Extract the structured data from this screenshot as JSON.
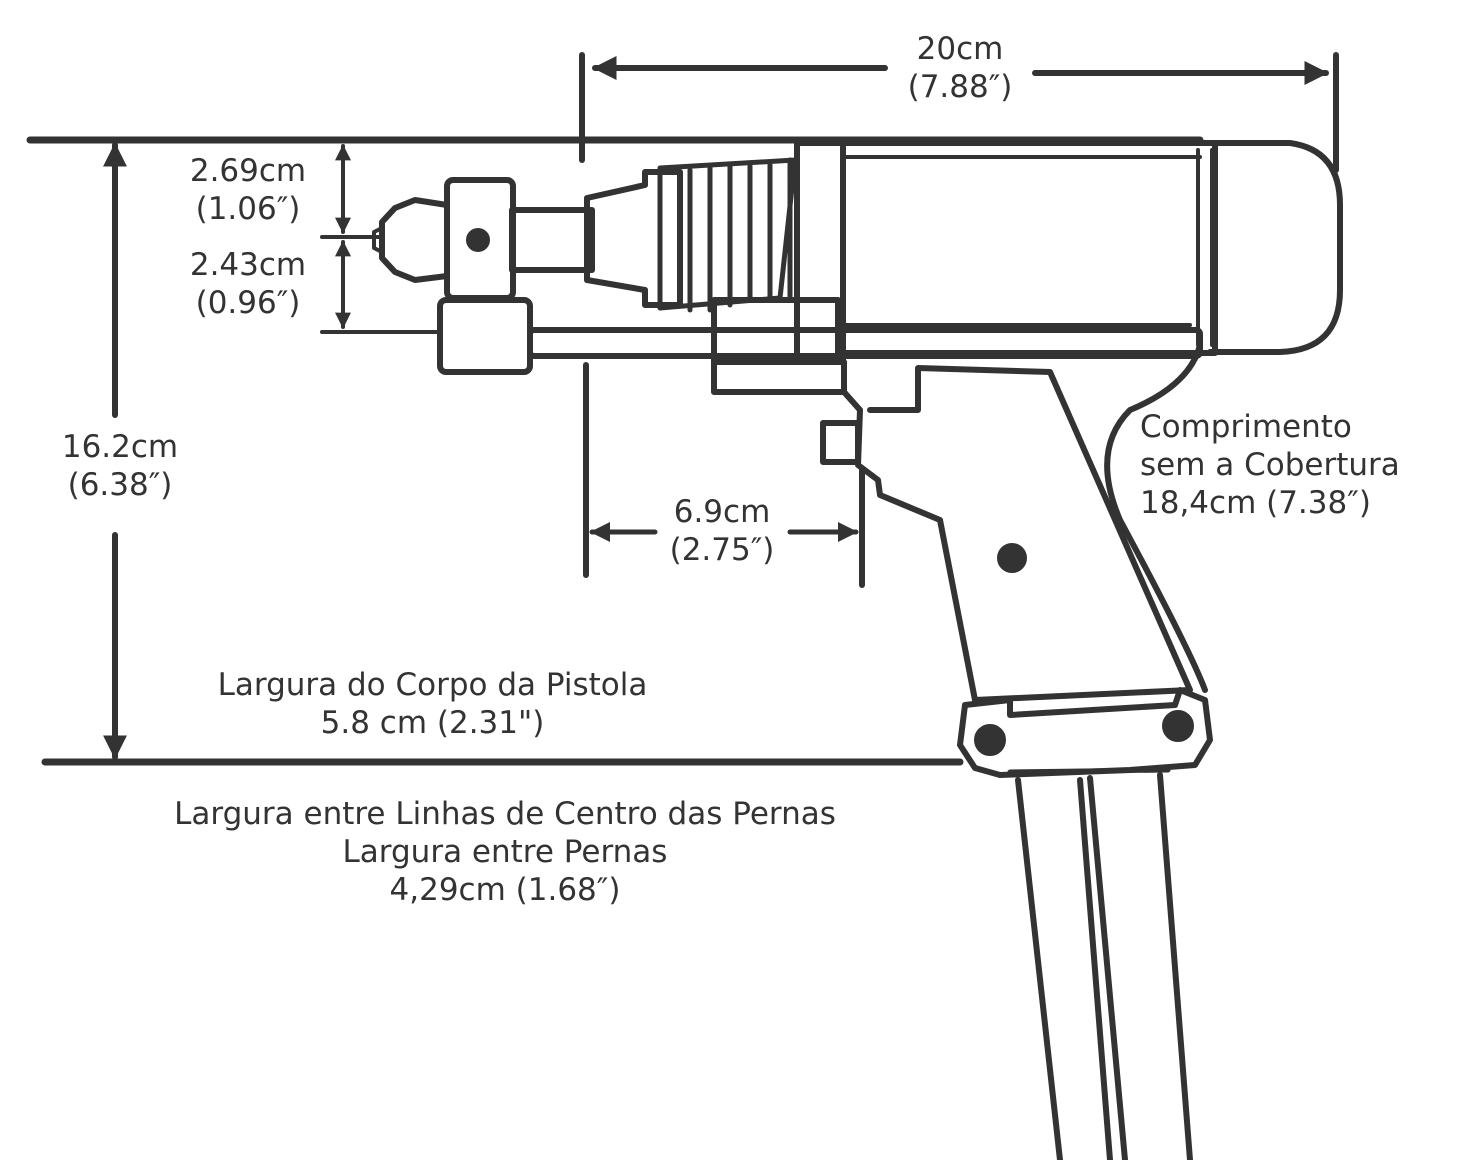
{
  "dimensions": {
    "overall_length": {
      "metric": "20cm",
      "imperial": "(7.88″)"
    },
    "chuck_upper": {
      "metric": "2.69cm",
      "imperial": "(1.06″)"
    },
    "chuck_lower": {
      "metric": "2.43cm",
      "imperial": "(0.96″)"
    },
    "overall_height": {
      "metric": "16.2cm",
      "imperial": "(6.38″)"
    },
    "front_offset": {
      "metric": "6.9cm",
      "imperial": "(2.75″)"
    },
    "length_without_cover": {
      "line1": "Comprimento",
      "line2": "sem a Cobertura",
      "line3": "18,4cm (7.38″)"
    },
    "body_width": {
      "line1": "Largura do Corpo da Pistola",
      "line2": "5.8 cm (2.31\")"
    },
    "leg_width": {
      "line1": "Largura entre Linhas de Centro das Pernas",
      "line2": "Largura entre Pernas",
      "line3": "4,29cm (1.68″)"
    }
  },
  "colors": {
    "line": "#333333",
    "background": "#ffffff"
  }
}
